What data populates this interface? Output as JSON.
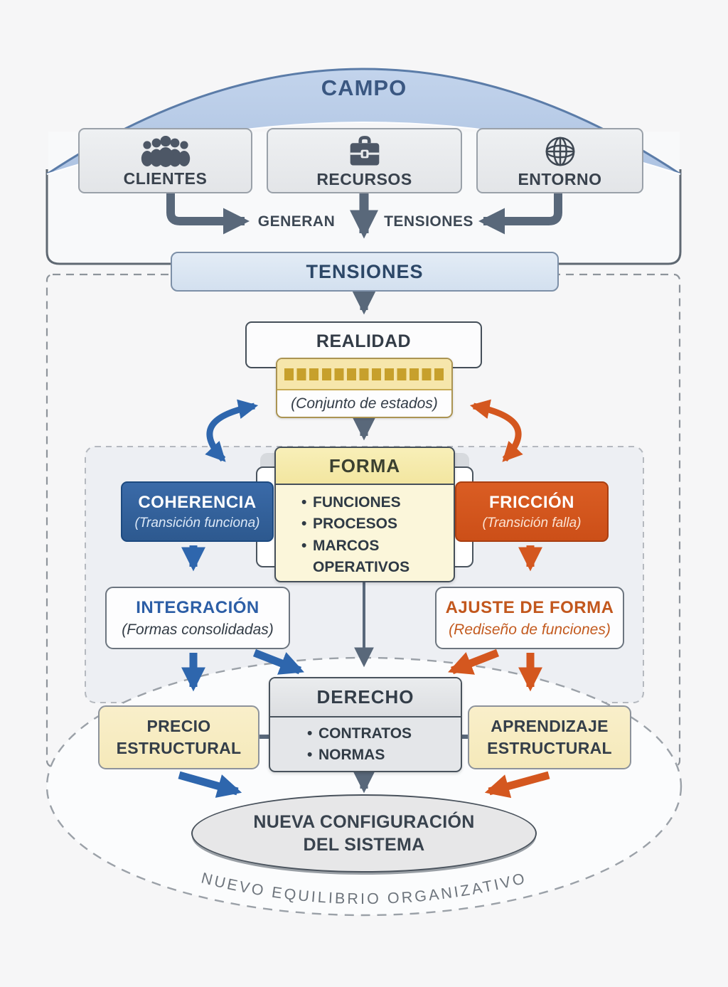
{
  "colors": {
    "accent_blue": "#2e66ad",
    "accent_orange": "#d4571f",
    "slate_arrow": "#59687a",
    "campo_fill": "#b9cce7",
    "tensiones_fill": "#d9e4f1",
    "forma_header_yellow": "#f6ecae",
    "panel_yellow": "#f8edc5",
    "coherencia_fill": "#33649f",
    "friccion_fill": "#d5571f"
  },
  "campo": {
    "title": "CAMPO"
  },
  "field": {
    "boxes": [
      {
        "label": "CLIENTES",
        "icon": "people-icon"
      },
      {
        "label": "RECURSOS",
        "icon": "briefcase-icon"
      },
      {
        "label": "ENTORNO",
        "icon": "globe-icon"
      }
    ],
    "generan_label": "GENERAN",
    "tensiones_label": "TENSIONES"
  },
  "tensiones": {
    "label": "TENSIONES"
  },
  "realidad": {
    "title": "REALIDAD",
    "subtitle": "(Conjunto de estados)"
  },
  "forma": {
    "title": "FORMA",
    "items": [
      "FUNCIONES",
      "PROCESOS",
      "MARCOS OPERATIVOS"
    ]
  },
  "coherencia": {
    "title": "COHERENCIA",
    "subtitle": "(Transición funciona)"
  },
  "friccion": {
    "title": "FRICCIÓN",
    "subtitle": "(Transición falla)"
  },
  "integracion": {
    "title": "INTEGRACIÓN",
    "subtitle": "(Formas consolidadas)"
  },
  "ajuste": {
    "title": "AJUSTE DE FORMA",
    "subtitle": "(Rediseño de funciones)"
  },
  "derecho": {
    "title": "DERECHO",
    "items": [
      "CONTRATOS",
      "NORMAS"
    ]
  },
  "precio": {
    "line1": "PRECIO",
    "line2": "ESTRUCTURAL"
  },
  "aprendizaje": {
    "line1": "APRENDIZAJE",
    "line2": "ESTRUCTURAL"
  },
  "resultado": {
    "line1": "NUEVA CONFIGURACIÓN",
    "line2": "DEL SISTEMA"
  },
  "equilibrio": {
    "label": "NUEVO EQUILIBRIO ORGANIZATIVO"
  }
}
